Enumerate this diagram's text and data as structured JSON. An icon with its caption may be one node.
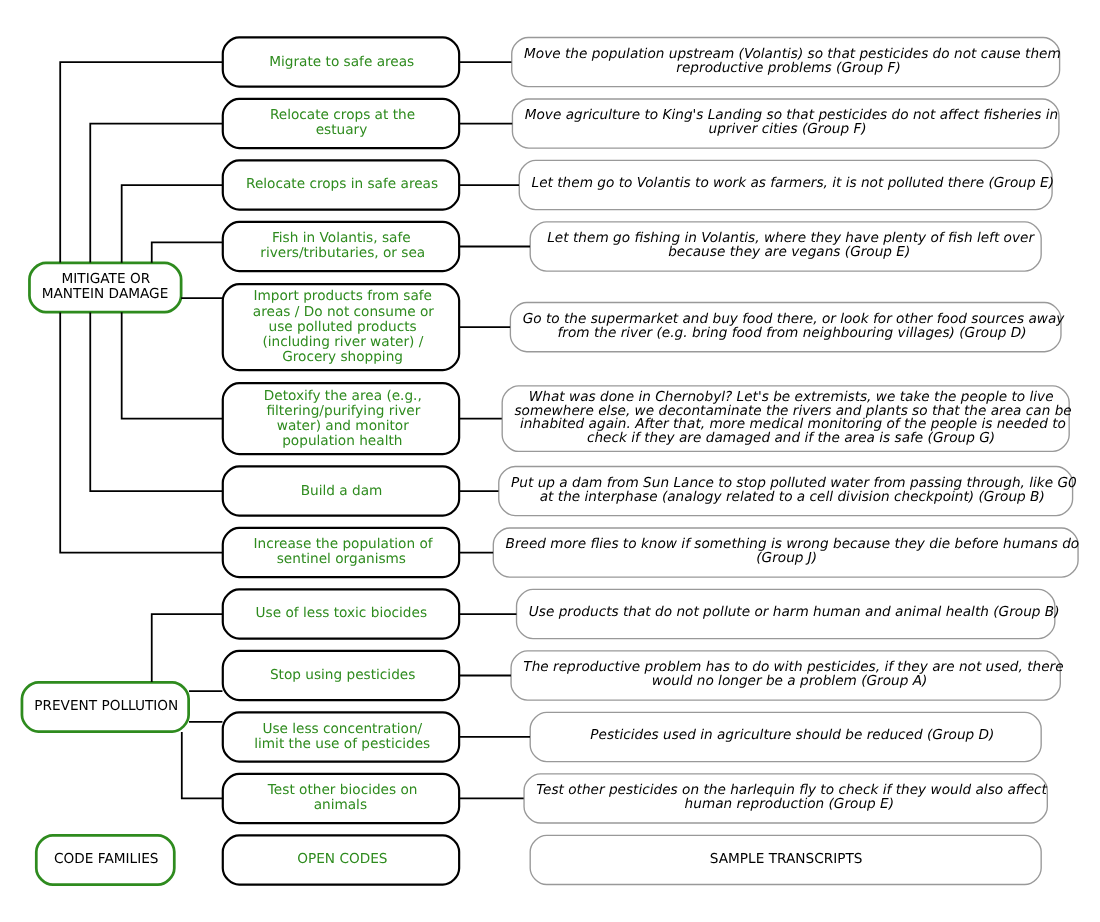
{
  "diagram": {
    "nodes": [
      {
        "text": [
          "CODE FAMILIES"
        ]
      },
      {
        "text": [
          "OPEN CODES"
        ]
      },
      {
        "text": [
          "SAMPLE TRANSCRIPTS"
        ]
      },
      {
        "text": [
          "PREVENT POLLUTION"
        ]
      },
      {
        "text": [
          "Use of less toxic biocides"
        ]
      },
      {
        "text": [
          "Use products that do not pollute or harm human and animal health (Group B)"
        ]
      },
      {
        "text": [
          "Stop using pesticides"
        ]
      },
      {
        "text": [
          "The reproductive problem has to do with pesticides, if they are not used, there would no longer be a problem (Group A)"
        ]
      },
      {
        "text": [
          "Use less concentration/ limit the use of pesticides"
        ]
      },
      {
        "text": [
          "Pesticides used in agriculture should be reduced (Group D)"
        ]
      },
      {
        "text": [
          "Test other biocides on animals"
        ]
      },
      {
        "text": [
          "Test other pesticides on the harlequin fly to check if they would also affect human reproduction (Group E)"
        ]
      },
      {
        "text": [
          "MITIGATE OR MANTEIN DAMAGE"
        ]
      },
      {
        "text": [
          "Migrate to safe areas"
        ]
      },
      {
        "text": [
          "Move the population upstream (Volantis) so that pesticides do not cause them reproductive problems (Group F)"
        ]
      },
      {
        "text": [
          "Relocate crops at the estuary"
        ]
      },
      {
        "text": [
          "Move agriculture to King's Landing so that pesticides do not affect fisheries in upriver cities (Group F)"
        ]
      },
      {
        "text": [
          "Relocate crops in safe areas"
        ]
      },
      {
        "text": [
          "Let them go to Volantis to work as farmers, it is not polluted there (Group E)"
        ]
      },
      {
        "text": [
          "Fish in Volantis, safe rivers/tributaries, or sea"
        ]
      },
      {
        "text": [
          "Let them go fishing in Volantis, where they have plenty of fish left over because they are vegans (Group E)"
        ]
      },
      {
        "text": [
          "Import products from safe areas / Do not consume or use polluted products (including river water) / Grocery shopping"
        ]
      },
      {
        "text": [
          "Go to the supermarket and buy food there, or look for other food sources away from the river (e.g. bring food from neighbouring villages) (Group D)"
        ]
      },
      {
        "text": [
          "Detoxify the area (e.g., filtering/purifying river water) and monitor population health"
        ]
      },
      {
        "text": [
          "What was done in Chernobyl? Let's be extremists, we take the people to live somewhere else, we decontaminate the rivers and plants so that the area can be inhabited again. After that, more medical monitoring of the people is needed to check if they are damaged and if the area is safe (Group G)"
        ]
      },
      {
        "text": [
          "Build a dam"
        ]
      },
      {
        "text": [
          "Put up a dam from Sun Lance to stop polluted water from passing through, like G0 at the interphase (analogy related to a cell division checkpoint) (Group B)"
        ]
      },
      {
        "text": [
          "Increase the population of sentinel organisms"
        ]
      },
      {
        "text": [
          "Breed more flies to know if something is wrong because they die before humans do (Group J)"
        ]
      }
    ],
    "edges": [
      {
        "from": 3,
        "to": 4,
        "arrow": "none"
      },
      {
        "from": 3,
        "to": 6,
        "arrow": "none"
      },
      {
        "from": 3,
        "to": 8,
        "arrow": "none"
      },
      {
        "from": 3,
        "to": 10,
        "arrow": "none"
      },
      {
        "from": 4,
        "to": 5,
        "arrow": "none"
      },
      {
        "from": 6,
        "to": 7,
        "arrow": "none"
      },
      {
        "from": 8,
        "to": 9,
        "arrow": "none"
      },
      {
        "from": 10,
        "to": 11,
        "arrow": "none"
      },
      {
        "from": 12,
        "to": 13,
        "arrow": "none"
      },
      {
        "from": 12,
        "to": 15,
        "arrow": "none"
      },
      {
        "from": 12,
        "to": 17,
        "arrow": "none"
      },
      {
        "from": 12,
        "to": 19,
        "arrow": "none"
      },
      {
        "from": 12,
        "to": 21,
        "arrow": "none"
      },
      {
        "from": 12,
        "to": 23,
        "arrow": "none"
      },
      {
        "from": 12,
        "to": 25,
        "arrow": "none"
      },
      {
        "from": 12,
        "to": 27,
        "arrow": "none"
      },
      {
        "from": 13,
        "to": 14,
        "arrow": "none"
      },
      {
        "from": 15,
        "to": 16,
        "arrow": "none"
      },
      {
        "from": 17,
        "to": 18,
        "arrow": "none"
      },
      {
        "from": 19,
        "to": 20,
        "arrow": "none"
      },
      {
        "from": 21,
        "to": 22,
        "arrow": "none"
      },
      {
        "from": 23,
        "to": 24,
        "arrow": "none"
      },
      {
        "from": 25,
        "to": 26,
        "arrow": "none"
      },
      {
        "from": 27,
        "to": 28,
        "arrow": "none"
      }
    ]
  }
}
